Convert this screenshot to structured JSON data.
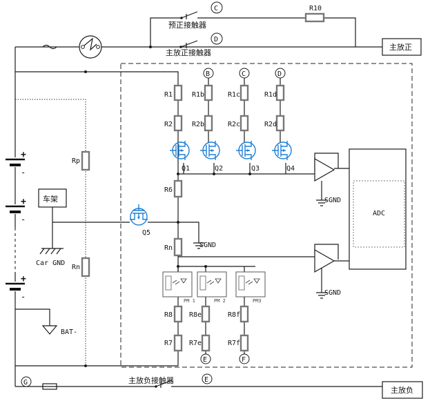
{
  "labels": {
    "pre_contactor": "预正接触器",
    "main_pos_contactor": "主放正接触器",
    "main_neg_contactor": "主放负接触器",
    "main_pos_terminal": "主放正",
    "main_neg_terminal": "主放负",
    "frame": "车架",
    "car_gnd": "Car GND",
    "bat_minus": "BAT-",
    "adc": "ADC",
    "sgnd": "SGND"
  },
  "resistors": {
    "r10": "R10",
    "r1": "R1",
    "r2": "R2",
    "r1b": "R1b",
    "r2b": "R2b",
    "r1c": "R1c",
    "r2c": "R2c",
    "r1d": "R1d",
    "r2d": "R2d",
    "rp": "Rp",
    "rn_left": "Rn",
    "r6": "R6",
    "rn_mid": "Rn",
    "r8": "R8",
    "r7": "R7",
    "r8e": "R8e",
    "r7e": "R7e",
    "r8f": "R8f",
    "r7f": "R7f"
  },
  "transistors": {
    "q1": "Q1",
    "q2": "Q2",
    "q3": "Q3",
    "q4": "Q4",
    "q5": "Q5"
  },
  "photomos": {
    "pm1": "PM 1",
    "pm2": "PM 2",
    "pm3": "PM3"
  },
  "nodes": {
    "b": "B",
    "c": "C",
    "d": "D",
    "e": "E",
    "f": "F",
    "g": "G"
  },
  "battery_signs": {
    "plus": "+",
    "minus": "-"
  },
  "colors": {
    "mosfet": "#1e7fd6",
    "resistor": "#777777",
    "wire": "#1a1a1a"
  }
}
